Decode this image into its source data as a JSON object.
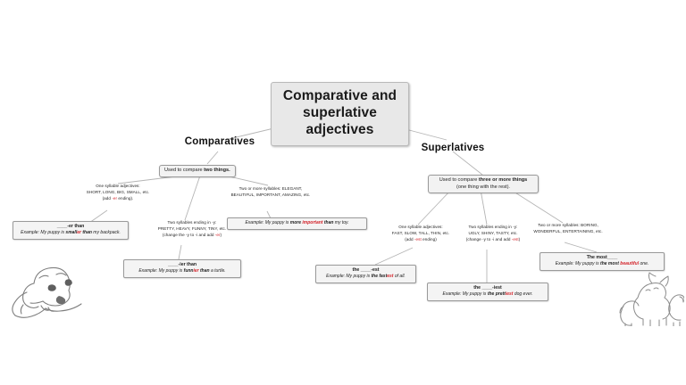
{
  "title": {
    "line1": "Comparative and",
    "line2": "superlative adjectives"
  },
  "branches": {
    "comparatives": {
      "heading": "Comparatives",
      "rule": {
        "prefix": "Used to compare ",
        "emphasis": "two things."
      },
      "items": [
        {
          "id": "one-syllable",
          "description": {
            "line1": "One syllable adjectives:",
            "line2": "SHORT, LONG, BIG, SMALL, etc.",
            "line3_prefix": "(add ",
            "line3_suffix": "-er",
            "line3_tail": " ending)."
          },
          "example": {
            "pattern_blank": "____",
            "pattern_suffix": "-er than",
            "label": "Example: ",
            "sentence_start": "My puppy is ",
            "stem": "small",
            "suffix": "er",
            "connector": "than",
            "sentence_end": " my backpack."
          }
        },
        {
          "id": "two-syllables-y",
          "description": {
            "line1": "Two syllables ending in -y:",
            "line2": "PRETTY, HEAVY, FUNNY, TINY, etc.",
            "line3_prefix": "(change the -y to -i and add ",
            "line3_suffix": "-er",
            "line3_tail": ")"
          },
          "example": {
            "pattern_blank": "____",
            "pattern_suffix": "-ier than",
            "label": "Example: ",
            "sentence_start": "My puppy is ",
            "stem": "funn",
            "suffix": "ier",
            "connector": "than",
            "sentence_end": " a turtle."
          }
        },
        {
          "id": "two-or-more-syllables",
          "description": {
            "line1": "Two or more syllables: ELEGANT,",
            "line2": "BEAUTIFUL, IMPORTANT, AMAZING, etc.",
            "line3_prefix": "",
            "line3_suffix": "",
            "line3_tail": ""
          },
          "example": {
            "pattern_blank": "",
            "pattern_suffix": "",
            "label": "Example: ",
            "sentence_start": "My puppy is ",
            "stem": "more",
            "suffix": "important",
            "connector": "than",
            "sentence_end": " my toy."
          }
        }
      ]
    },
    "superlatives": {
      "heading": "Superlatives",
      "rule": {
        "prefix": "Used to compare ",
        "emphasis": "three or more things",
        "subline": "(one thing with the rest)."
      },
      "items": [
        {
          "id": "one-syllable",
          "description": {
            "line1": "One syllable adjectives:",
            "line2": "FAST, SLOW, TALL, THIN, etc.",
            "line3_prefix": "(add ",
            "line3_suffix": "-est",
            "line3_tail": " ending)"
          },
          "example": {
            "pattern_prefix": "the ",
            "pattern_blank": "____",
            "pattern_suffix": "-est",
            "label": "Example: ",
            "sentence_start": "My puppy is ",
            "stem": "the fast",
            "suffix": "est",
            "sentence_end": " of all."
          }
        },
        {
          "id": "two-syllables-y",
          "description": {
            "line1": "Two syllables ending in -y:",
            "line2": "UGLY, SHINY, TASTY, etc.",
            "line3_prefix": "(change -y to -i and add ",
            "line3_suffix": "-est",
            "line3_tail": ")"
          },
          "example": {
            "pattern_prefix": "the ",
            "pattern_blank": "____",
            "pattern_suffix": "-iest",
            "label": "Example: ",
            "sentence_start": "My puppy is ",
            "stem": "the prett",
            "suffix": "iest",
            "sentence_end": " dog ever."
          }
        },
        {
          "id": "two-or-more-syllables",
          "description": {
            "line1": "Two or more syllables: BORING,",
            "line2": "WONDERFUL, ENTERTAINING, etc.",
            "line3_prefix": "",
            "line3_suffix": "",
            "line3_tail": ""
          },
          "example": {
            "pattern_prefix": "The most",
            "pattern_blank": "____",
            "pattern_suffix": "",
            "label": "Example: ",
            "sentence_start": "My puppy is ",
            "stem": "the most",
            "suffix": "beautiful",
            "sentence_end": " one."
          }
        }
      ]
    }
  },
  "illustrations": {
    "left": "puppy-sketch",
    "right": "three-dogs-sketch"
  },
  "colors": {
    "accent_red": "#d3232a",
    "box_fill": "#f2f2f2",
    "title_fill": "#e8e8e8",
    "border": "#9a9a9a",
    "line": "#b5b5b5"
  }
}
